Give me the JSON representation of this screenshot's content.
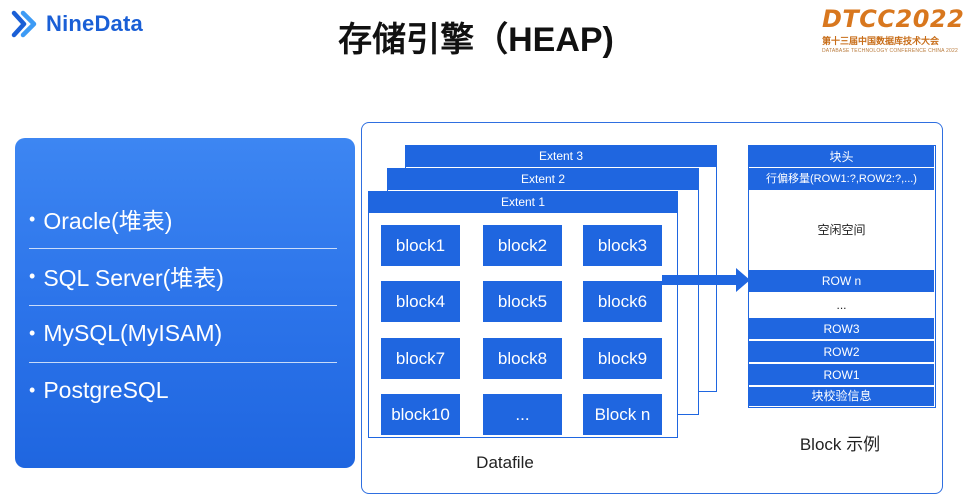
{
  "header": {
    "brand": "NineData",
    "title": "存储引擎（HEAP)",
    "event_logo": "DTCC2022",
    "event_sub": "第十三届中国数据库技术大会",
    "event_sub_en": "DATABASE TECHNOLOGY CONFERENCE CHINA 2022"
  },
  "engines": [
    "Oracle(堆表)",
    "SQL Server(堆表)",
    "MySQL(MyISAM)",
    "PostgreSQL"
  ],
  "extents": [
    "Extent 3",
    "Extent 2",
    "Extent 1"
  ],
  "blocks": [
    "block1",
    "block2",
    "block3",
    "block4",
    "block5",
    "block6",
    "block7",
    "block8",
    "block9",
    "block10",
    "...",
    "Block n"
  ],
  "datafile_label": "Datafile",
  "block_rows": [
    {
      "label": "块头",
      "style": "blue"
    },
    {
      "label": "行偏移量(ROW1:?,ROW2:?,...)",
      "style": "blue"
    },
    {
      "label": "空闲空间",
      "style": "white"
    },
    {
      "label": "ROW n",
      "style": "blue"
    },
    {
      "label": "...",
      "style": "white"
    },
    {
      "label": "ROW3",
      "style": "blue"
    },
    {
      "label": "ROW2",
      "style": "blue"
    },
    {
      "label": "ROW1",
      "style": "blue"
    },
    {
      "label": "块校验信息",
      "style": "blue"
    }
  ],
  "block_example_label": "Block 示例",
  "colors": {
    "primary_blue": "#1f66e0",
    "panel_gradient_top": "#3d86f2",
    "event_orange": "#d8771e"
  }
}
